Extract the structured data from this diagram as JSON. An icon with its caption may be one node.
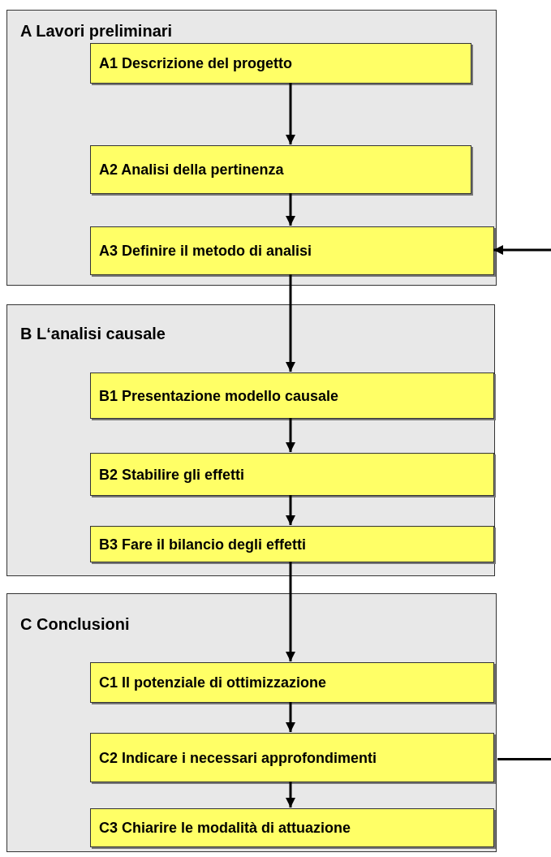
{
  "diagram": {
    "nodes": [
      {
        "text": [
          "A Lavori preliminari"
        ]
      },
      {
        "text": [
          "A1 Descrizione del progetto"
        ],
        "in": 0
      },
      {
        "text": [
          "A2 Analisi della pertinenza"
        ],
        "in": 0
      },
      {
        "text": [
          "A3 Definire il metodo di analisi"
        ],
        "in": 0
      },
      {
        "text": [
          "B L‘analisi causale"
        ]
      },
      {
        "text": [
          "B1 Presentazione modello causale"
        ],
        "in": 4
      },
      {
        "text": [
          "B2 Stabilire gli effetti"
        ],
        "in": 4
      },
      {
        "text": [
          "B3 Fare il bilancio degli effetti"
        ],
        "in": 4
      },
      {
        "text": [
          "C Conclusioni"
        ]
      },
      {
        "text": [
          "C1 Il potenziale di ottimizzazione"
        ],
        "in": 8
      },
      {
        "text": [
          "C2 Indicare i necessari approfondimenti"
        ],
        "in": 8
      },
      {
        "text": [
          "C3 Chiarire le modalità di attuazione"
        ],
        "in": 8
      }
    ],
    "edges": [
      {
        "from": 1,
        "to": 2,
        "arrow": "to"
      },
      {
        "from": 2,
        "to": 3,
        "arrow": "to"
      },
      {
        "from": 3,
        "to": 5,
        "arrow": "to"
      },
      {
        "from": 5,
        "to": 6,
        "arrow": "to"
      },
      {
        "from": 6,
        "to": 7,
        "arrow": "to"
      },
      {
        "from": 7,
        "to": 9,
        "arrow": "to"
      },
      {
        "from": 9,
        "to": 10,
        "arrow": "to"
      },
      {
        "from": 10,
        "to": 11,
        "arrow": "to"
      },
      {
        "from": null,
        "to": 3,
        "arrow": "to"
      },
      {
        "from": 10,
        "to": null,
        "arrow": "none"
      }
    ]
  }
}
